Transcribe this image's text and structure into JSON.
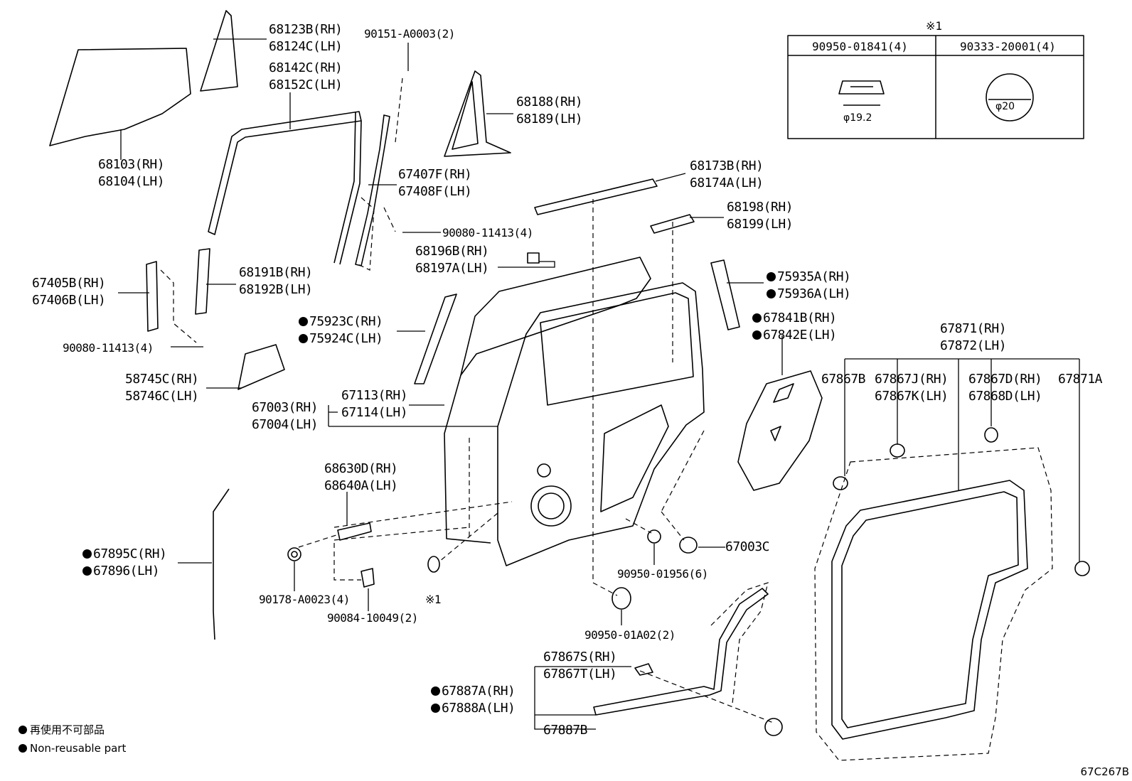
{
  "labels": [
    {
      "id": "glass",
      "lines": [
        "68103(RH)",
        "68104(LH)"
      ]
    },
    {
      "id": "qglass",
      "lines": [
        "68123B(RH)",
        "68124C(LH)"
      ]
    },
    {
      "id": "run",
      "lines": [
        "68142C(RH)",
        "68152C(LH)"
      ]
    },
    {
      "id": "screw",
      "lines": [
        "90151-A0003(2)"
      ]
    },
    {
      "id": "frame",
      "lines": [
        "68188(RH)",
        "68189(LH)"
      ]
    },
    {
      "id": "chan",
      "lines": [
        "67407F(RH)",
        "67408F(LH)"
      ]
    },
    {
      "id": "weather",
      "lines": [
        "68173B(RH)",
        "68174A(LH)"
      ]
    },
    {
      "id": "bolt1",
      "lines": [
        "90080-11413(4)"
      ]
    },
    {
      "id": "clip",
      "lines": [
        "68196B(RH)",
        "68197A(LH)"
      ]
    },
    {
      "id": "reg",
      "lines": [
        "68198(RH)",
        "68199(LH)"
      ]
    },
    {
      "id": "rc",
      "lines": [
        "68191B(RH)",
        "68192B(LH)"
      ]
    },
    {
      "id": "bracket",
      "lines": [
        "67405B(RH)",
        "67406B(LH)"
      ]
    },
    {
      "id": "bolt2",
      "lines": [
        "90080-11413(4)"
      ]
    },
    {
      "id": "tape",
      "lines": [
        "58745C(RH)",
        "58746C(LH)"
      ]
    },
    {
      "id": "garnR",
      "lines": [
        "75935A(RH)",
        "75936A(LH)"
      ],
      "dot": true
    },
    {
      "id": "garnL",
      "lines": [
        "75923C(RH)",
        "75924C(LH)"
      ],
      "dot": true
    },
    {
      "id": "film",
      "lines": [
        "67841B(RH)",
        "67842E(LH)"
      ],
      "dot": true
    },
    {
      "id": "panel",
      "lines": [
        "67113(RH)",
        "67114(LH)"
      ]
    },
    {
      "id": "door",
      "lines": [
        "67003(RH)",
        "67004(LH)"
      ]
    },
    {
      "id": "ws",
      "lines": [
        "67871(RH)",
        "67872(LH)"
      ]
    },
    {
      "id": "c1",
      "lines": [
        "67867B"
      ]
    },
    {
      "id": "c2",
      "lines": [
        "67867J(RH)",
        "67867K(LH)"
      ]
    },
    {
      "id": "c3",
      "lines": [
        "67867D(RH)",
        "67868D(LH)"
      ]
    },
    {
      "id": "c4",
      "lines": [
        "67871A"
      ]
    },
    {
      "id": "check",
      "lines": [
        "68630D(RH)",
        "68640A(LH)"
      ]
    },
    {
      "id": "cap",
      "lines": [
        "67003C"
      ]
    },
    {
      "id": "hole",
      "lines": [
        "90950-01956(6)"
      ]
    },
    {
      "id": "seal",
      "lines": [
        "67895C(RH)",
        "67896(LH)"
      ],
      "dot": true
    },
    {
      "id": "nut",
      "lines": [
        "90178-A0023(4)"
      ]
    },
    {
      "id": "star1",
      "lines": [
        "※1"
      ]
    },
    {
      "id": "bolt3",
      "lines": [
        "90084-10049(2)"
      ]
    },
    {
      "id": "plug",
      "lines": [
        "90950-01A02(2)"
      ]
    },
    {
      "id": "c5",
      "lines": [
        "67867S(RH)",
        "67867T(LH)"
      ]
    },
    {
      "id": "lower",
      "lines": [
        "67887A(RH)",
        "67888A(LH)"
      ],
      "dot": true
    },
    {
      "id": "lowerB",
      "lines": [
        "67887B"
      ]
    }
  ],
  "table": {
    "mark": "※1",
    "col1": "90950-01841(4)",
    "col2": "90333-20001(4)",
    "dim1": "φ19.2",
    "dim2": "φ20"
  },
  "legend": {
    "jp": "再使用不可部品",
    "en": "Non-reusable part"
  },
  "drawing_code": "67C267B"
}
